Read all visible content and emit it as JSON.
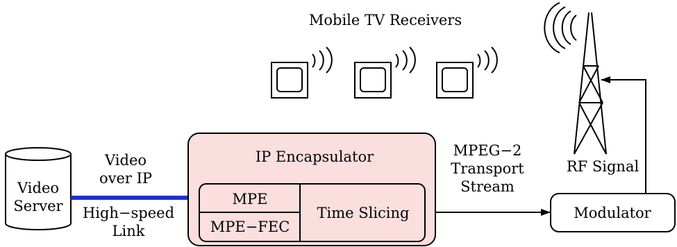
{
  "title": "Mobile TV Receivers",
  "video_server": {
    "line1": "Video",
    "line2": "Server"
  },
  "link_top": {
    "line1": "Video",
    "line2": "over IP"
  },
  "link_bottom": {
    "line1": "High−speed",
    "line2": "Link"
  },
  "encapsulator": {
    "title": "IP Encapsulator",
    "mpe": "MPE",
    "mpe_fec": "MPE−FEC",
    "time_slicing": "Time Slicing"
  },
  "stream": {
    "line1": "MPEG−2",
    "line2": "Transport",
    "line3": "Stream"
  },
  "rf_signal": "RF Signal",
  "modulator": "Modulator",
  "colors": {
    "encapsulator_fill": "#fbdede",
    "ip_link": "#1c2fd8",
    "stroke": "#000000"
  }
}
